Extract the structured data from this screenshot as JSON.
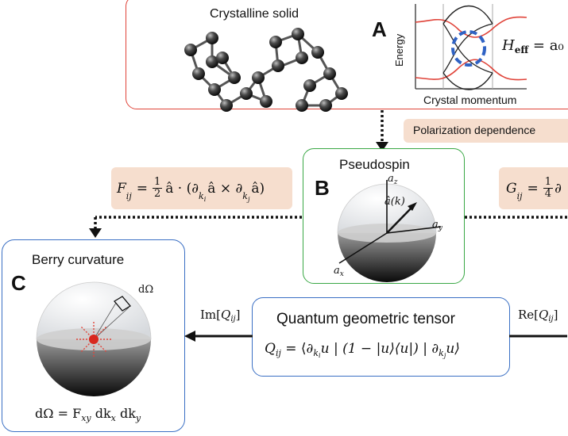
{
  "crystal_box": {
    "title": "Crystalline solid",
    "panel_letter": "A",
    "energy_label": "Energy",
    "momentum_label": "Crystal momentum",
    "heff_label": "H",
    "heff_sub": "eff",
    "heff_rhs": "= a₀"
  },
  "polarization_note": "Polarization dependence",
  "pseudospin_box": {
    "title": "Pseudospin",
    "panel_letter": "B",
    "axis_z": "a",
    "axis_z_sub": "z",
    "axis_y": "a",
    "axis_y_sub": "y",
    "axis_x": "a",
    "axis_x_sub": "x",
    "vector_label": "â(k)"
  },
  "f_formula": {
    "lhs": "F",
    "lhs_sub": "ij",
    "eq": "=",
    "frac_num": "1",
    "frac_den": "2",
    "body": "â · (∂",
    "k1": "k",
    "k1_sub": "i",
    "mid": "â × ∂",
    "k2": "k",
    "k2_sub": "j",
    "tail": "â)"
  },
  "g_formula": {
    "lhs": "G",
    "lhs_sub": "ij",
    "eq": "=",
    "frac_num": "1",
    "frac_den": "4",
    "tail": "∂"
  },
  "berry_box": {
    "title": "Berry curvature",
    "panel_letter": "C",
    "solid_angle": "dΩ",
    "formula_lhs": "dΩ = F",
    "formula_sub": "xy",
    "formula_mid": "dk",
    "formula_sub2": "x",
    "formula_mid2": "dk",
    "formula_sub3": "y"
  },
  "qgt_box": {
    "title": "Quantum geometric tensor",
    "q": "Q",
    "q_sub": "ij",
    "formula_rest": "= ⟨∂",
    "k1_sub": "k",
    "k1_subsub": "i",
    "mid": "u | (1 − |u⟩⟨u|) | ∂",
    "k2_sub": "k",
    "k2_subsub": "j",
    "tail": "u⟩"
  },
  "im_label": {
    "prefix": "Im[",
    "q": "Q",
    "sub": "ij",
    "suffix": "]"
  },
  "re_label": {
    "prefix": "Re[",
    "q": "Q",
    "sub": "ij",
    "suffix": "]"
  },
  "colors": {
    "crystal_border": "#e0443a",
    "pseudospin_border": "#3aa845",
    "berry_border": "#3a6fc4",
    "qgt_border": "#3a6fc4",
    "note_bg": "#f6dece",
    "ring_dash": "#2f62c4"
  }
}
